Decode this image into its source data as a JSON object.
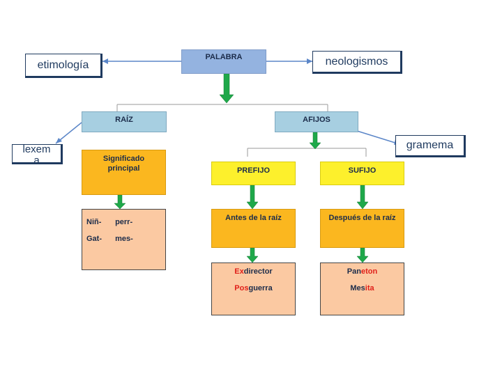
{
  "labels": {
    "etimologia": "etimología",
    "neologismos": "neologismos",
    "lexema_line1": "lexem",
    "lexema_line2": "a",
    "gramema": "gramema"
  },
  "boxes": {
    "palabra": "PALABRA",
    "raiz": "RAÍZ",
    "afijos": "AFIJOS",
    "significado_line1": "Significado",
    "significado_line2": "principal",
    "prefijo": "PREFIJO",
    "sufijo": "SUFIJO",
    "antes": "Antes de la raíz",
    "despues": "Después de la raíz"
  },
  "examples": {
    "raiz_row1": [
      "Niñ-",
      "perr-"
    ],
    "raiz_row2": [
      "Gat-",
      "mes-"
    ],
    "prefijo": [
      {
        "highlight": "Ex",
        "rest": "director"
      },
      {
        "highlight": "Pos",
        "rest": "guerra"
      }
    ],
    "sufijo": [
      {
        "rest": "Pan",
        "highlight": "eton"
      },
      {
        "rest": "Mes",
        "highlight": "ita"
      }
    ]
  },
  "colors": {
    "arrow_green": "#1fa84a",
    "connector_blue": "#5b86c8",
    "highlight_red": "#e0201a"
  }
}
